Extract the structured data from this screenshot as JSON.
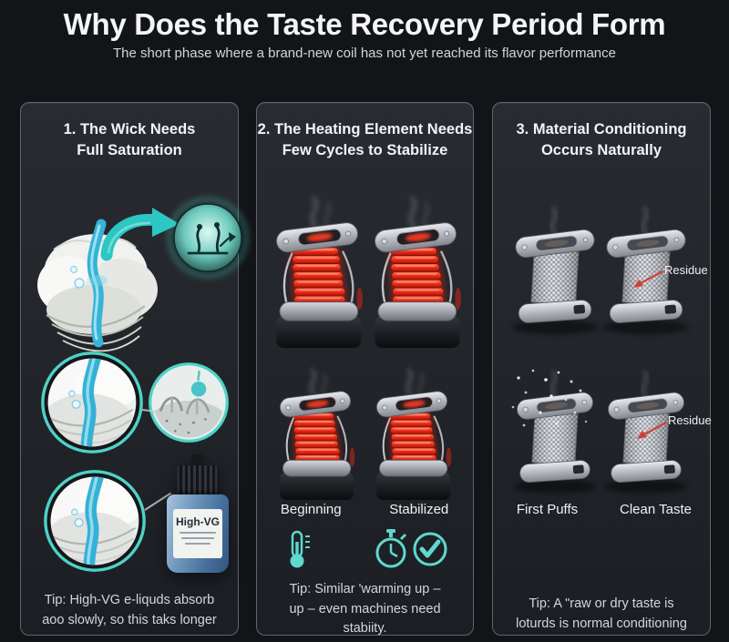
{
  "header": {
    "title": "Why Does the Taste Recovery Period Form",
    "subtitle": "The short phase where a brand-new coil has not yet reached its flavor performance"
  },
  "panels": {
    "wick": {
      "title1": "1. The Wick Needs",
      "title2": "Full Saturation",
      "bottle_label": "High-VG",
      "tip1": "Tip: High-VG e-liquds absorb",
      "tip2": "aoo slowly, so this taks longer"
    },
    "heating": {
      "title1": "2. The Heating Element Needs",
      "title2": "Few Cycles to Stabilize",
      "label_left": "Beginning",
      "label_right": "Stabilized",
      "tip1": "Tip: Similar 'warming up –",
      "tip2": "up – even machines need",
      "tip3": "stabiity."
    },
    "material": {
      "title1": "3. Material Conditioning",
      "title2": "Occurs Naturally",
      "residue_top": "Residue",
      "residue_bottom": "Residue",
      "label_left": "First Puffs",
      "label_right": "Clean Taste",
      "tip1": "Tip: A \"raw or dry taste is",
      "tip2": "loturds is normal conditioning"
    }
  },
  "icons": {
    "splash": "liquid-splash-icon",
    "thermometer": "thermometer-icon",
    "stopwatch": "stopwatch-icon",
    "check": "check-circle-icon"
  },
  "colors": {
    "background": "#131417",
    "panel": "#24272D",
    "accent_teal": "#55D6C9",
    "coil_red": "#E8291B",
    "residue_red": "#D04038"
  }
}
